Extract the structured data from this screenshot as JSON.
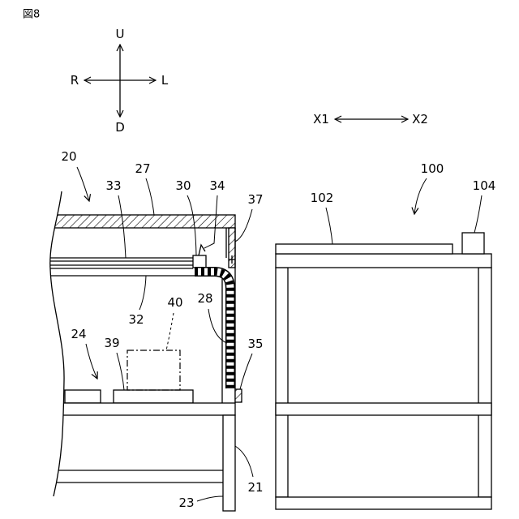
{
  "figure_label": "図8",
  "direction_legend": {
    "up": "U",
    "down": "D",
    "right": "R",
    "left": "L"
  },
  "x_axis_legend": {
    "x1": "X1",
    "x2": "X2"
  },
  "left_device": {
    "ref": "20",
    "top_panel": "27",
    "layer_upper": "33",
    "connector": "30",
    "tab": "34",
    "wall_part": "37",
    "layer_lower": "32",
    "component_dashed": "40",
    "cable": "28",
    "unit": "24",
    "base": "39",
    "block": "35",
    "leg": "21",
    "lower_rail": "23"
  },
  "right_device": {
    "ref": "100",
    "top_plate": "102",
    "box": "104"
  }
}
